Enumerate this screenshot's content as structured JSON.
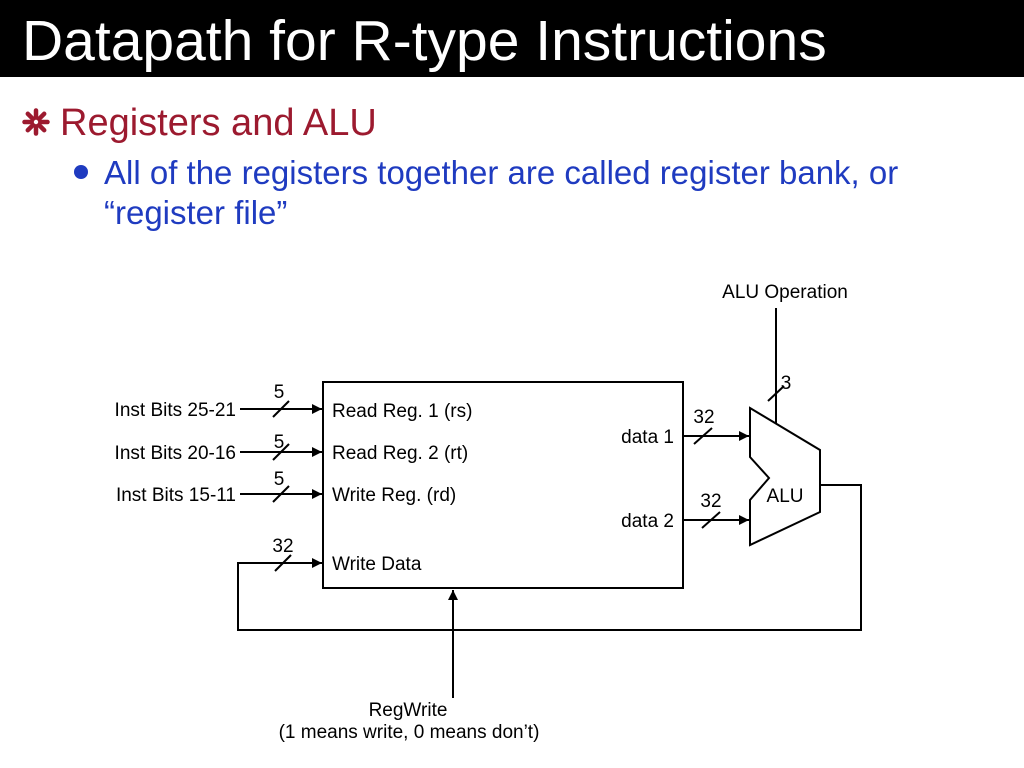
{
  "colors": {
    "title_bar": "#000000",
    "title_text": "#ffffff",
    "level1_text": "#9c1a2f",
    "level2_text": "#1f3bc0",
    "diagram_ink": "#000000"
  },
  "title": "Datapath for R-type Instructions",
  "bullets": [
    {
      "icon": "asterisk-bullet-icon",
      "text": "Registers and ALU",
      "sub_bullets": [
        {
          "icon": "dot-bullet-icon",
          "text": "All of the registers together are called register bank, or “register file”"
        }
      ]
    }
  ],
  "diagram": {
    "register_file": {
      "read_reg_1": {
        "source": "Inst Bits 25-21",
        "port": "Read Reg. 1 (rs)",
        "bus_width": 5
      },
      "read_reg_2": {
        "source": "Inst Bits 20-16",
        "port": "Read Reg. 2 (rt)",
        "bus_width": 5
      },
      "write_reg": {
        "source": "Inst Bits 15-11",
        "port": "Write Reg. (rd)",
        "bus_width": 5
      },
      "write_data": {
        "port": "Write Data",
        "bus_width": 32
      },
      "data_1": {
        "port": "data 1",
        "bus_width": 32
      },
      "data_2": {
        "port": "data 2",
        "bus_width": 32
      }
    },
    "alu": {
      "label": "ALU",
      "control_label": "ALU Operation",
      "control_bus_width": 3
    },
    "reg_write": {
      "label": "RegWrite",
      "note": "(1 means write, 0 means don’t)"
    }
  }
}
